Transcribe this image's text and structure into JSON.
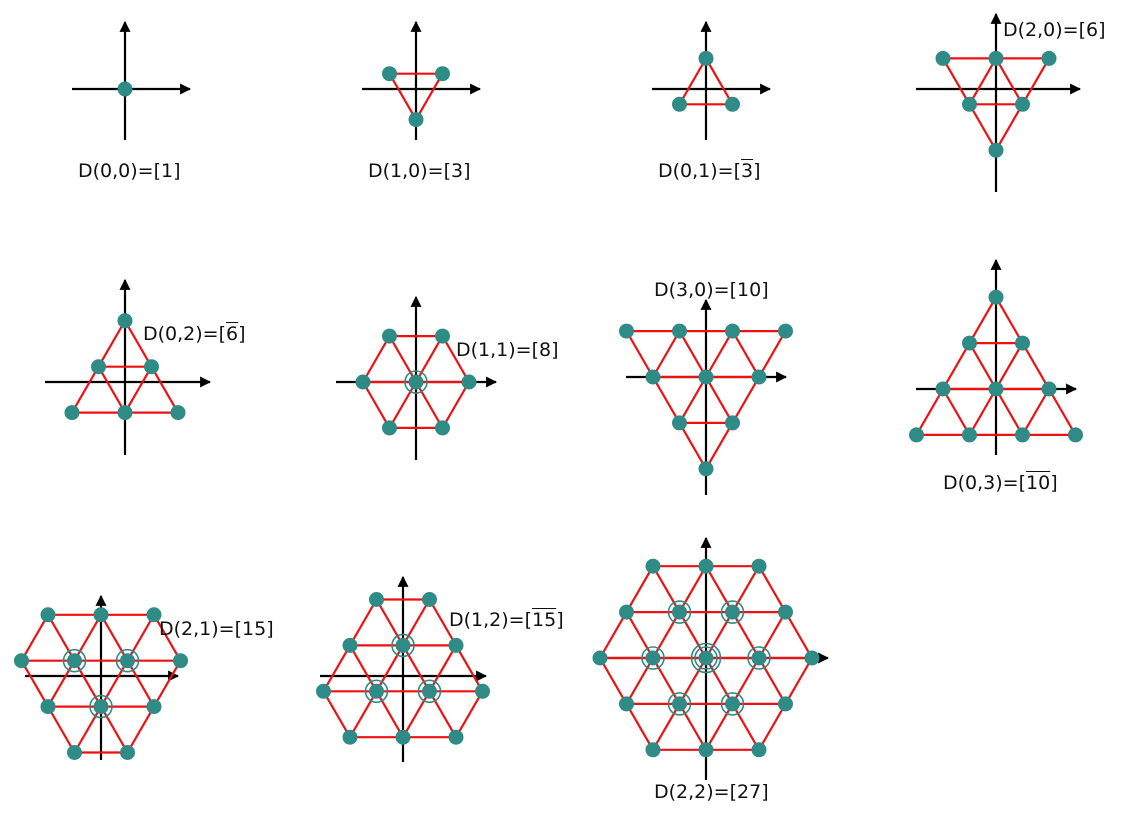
{
  "colors": {
    "edge": "#ee1111",
    "node": "#2e8b86",
    "axis": "#000000"
  },
  "diagrams": [
    {
      "id": "D00",
      "p": 0,
      "q": 0,
      "prefix": "D(0,0)=[",
      "dim": "1",
      "suffix": "]",
      "bar": false
    },
    {
      "id": "D10",
      "p": 1,
      "q": 0,
      "prefix": "D(1,0)=[",
      "dim": "3",
      "suffix": "]",
      "bar": false
    },
    {
      "id": "D01",
      "p": 0,
      "q": 1,
      "prefix": "D(0,1)=[",
      "dim": "3",
      "suffix": "]",
      "bar": true
    },
    {
      "id": "D20",
      "p": 2,
      "q": 0,
      "prefix": "D(2,0)=[",
      "dim": "6",
      "suffix": "]",
      "bar": false
    },
    {
      "id": "D02",
      "p": 0,
      "q": 2,
      "prefix": "D(0,2)=[",
      "dim": "6",
      "suffix": "]",
      "bar": true
    },
    {
      "id": "D11",
      "p": 1,
      "q": 1,
      "prefix": "D(1,1)=[",
      "dim": "8",
      "suffix": "]",
      "bar": false
    },
    {
      "id": "D30",
      "p": 3,
      "q": 0,
      "prefix": "D(3,0)=[",
      "dim": "10",
      "suffix": "]",
      "bar": false
    },
    {
      "id": "D03",
      "p": 0,
      "q": 3,
      "prefix": "D(0,3)=[",
      "dim": "10",
      "suffix": "]",
      "bar": true
    },
    {
      "id": "D21",
      "p": 2,
      "q": 1,
      "prefix": "D(2,1)=[",
      "dim": "15",
      "suffix": "]",
      "bar": false
    },
    {
      "id": "D12",
      "p": 1,
      "q": 2,
      "prefix": "D(1,2)=[",
      "dim": "15",
      "suffix": "]",
      "bar": true
    },
    {
      "id": "D22",
      "p": 2,
      "q": 2,
      "prefix": "D(2,2)=[",
      "dim": "27",
      "suffix": "]",
      "bar": false
    }
  ]
}
